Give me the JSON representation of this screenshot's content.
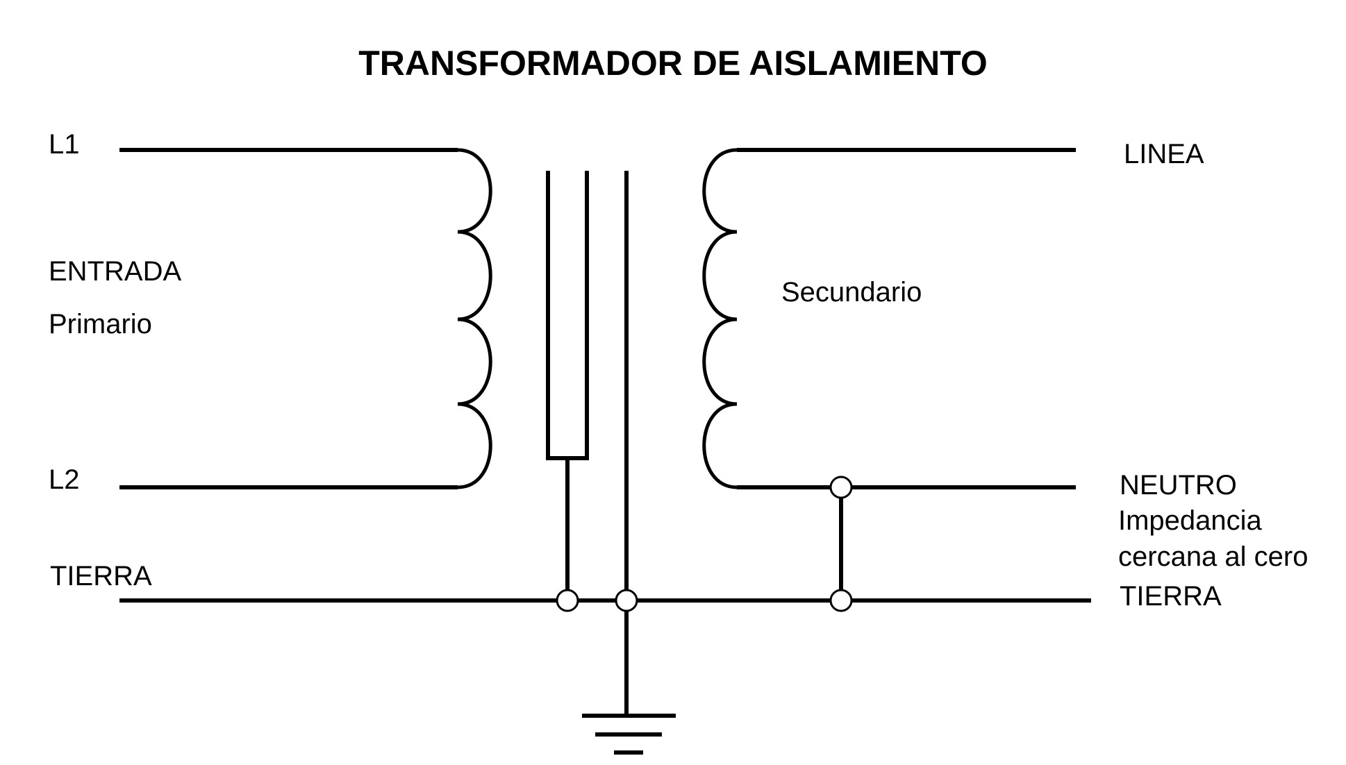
{
  "title": "TRANSFORMADOR DE AISLAMIENTO",
  "labels": {
    "l1": "L1",
    "l2": "L2",
    "entrada": "ENTRADA",
    "primario": "Primario",
    "tierra_left": "TIERRA",
    "linea": "LINEA",
    "secundario": "Secundario",
    "neutro": "NEUTRO",
    "impedancia": "Impedancia",
    "cercana": "cercana al cero",
    "tierra_right": "TIERRA"
  },
  "colors": {
    "ink": "#000000",
    "background": "#ffffff"
  }
}
